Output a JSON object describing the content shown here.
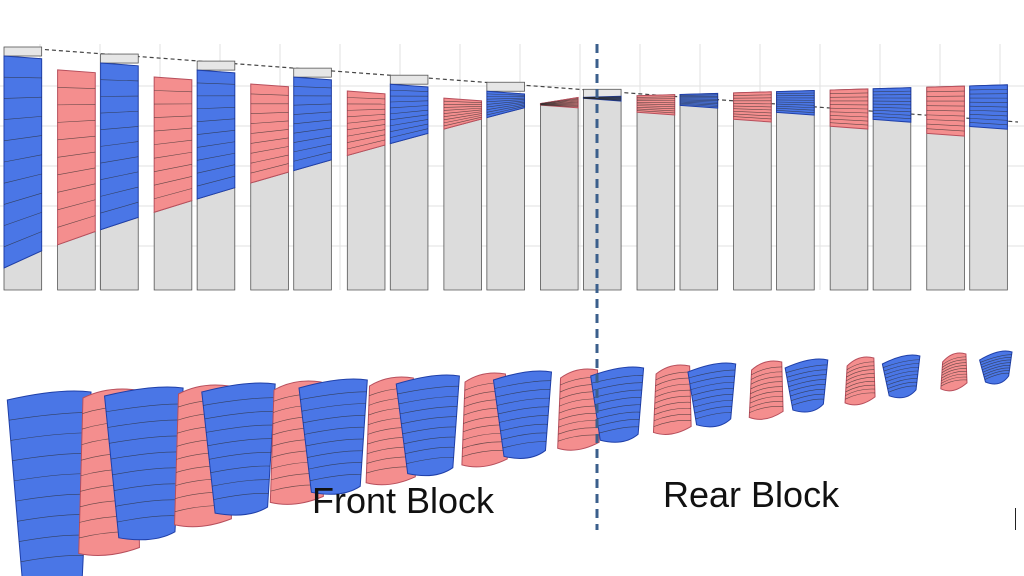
{
  "labels": {
    "front": "Front Block",
    "rear": "Rear Block"
  },
  "colors": {
    "rotor": "#4a76e6",
    "rotor_edge": "#1f3fa8",
    "stator": "#f48e8e",
    "stator_edge": "#b74f5c",
    "hub": "#dcdcdc",
    "casing": "#e6e6e6",
    "divider": "#3b5f8c",
    "grid": "#e2e2e2"
  },
  "stages": [
    {
      "type": "rotor"
    },
    {
      "type": "stator"
    },
    {
      "type": "rotor"
    },
    {
      "type": "stator"
    },
    {
      "type": "rotor"
    },
    {
      "type": "stator"
    },
    {
      "type": "rotor"
    },
    {
      "type": "stator"
    },
    {
      "type": "rotor"
    },
    {
      "type": "stator"
    },
    {
      "type": "rotor"
    },
    {
      "type": "stator"
    },
    {
      "type": "rotor"
    },
    {
      "type": "stator"
    },
    {
      "type": "rotor"
    },
    {
      "type": "stator"
    },
    {
      "type": "rotor"
    },
    {
      "type": "stator"
    },
    {
      "type": "rotor"
    },
    {
      "type": "stator"
    },
    {
      "type": "rotor"
    }
  ]
}
